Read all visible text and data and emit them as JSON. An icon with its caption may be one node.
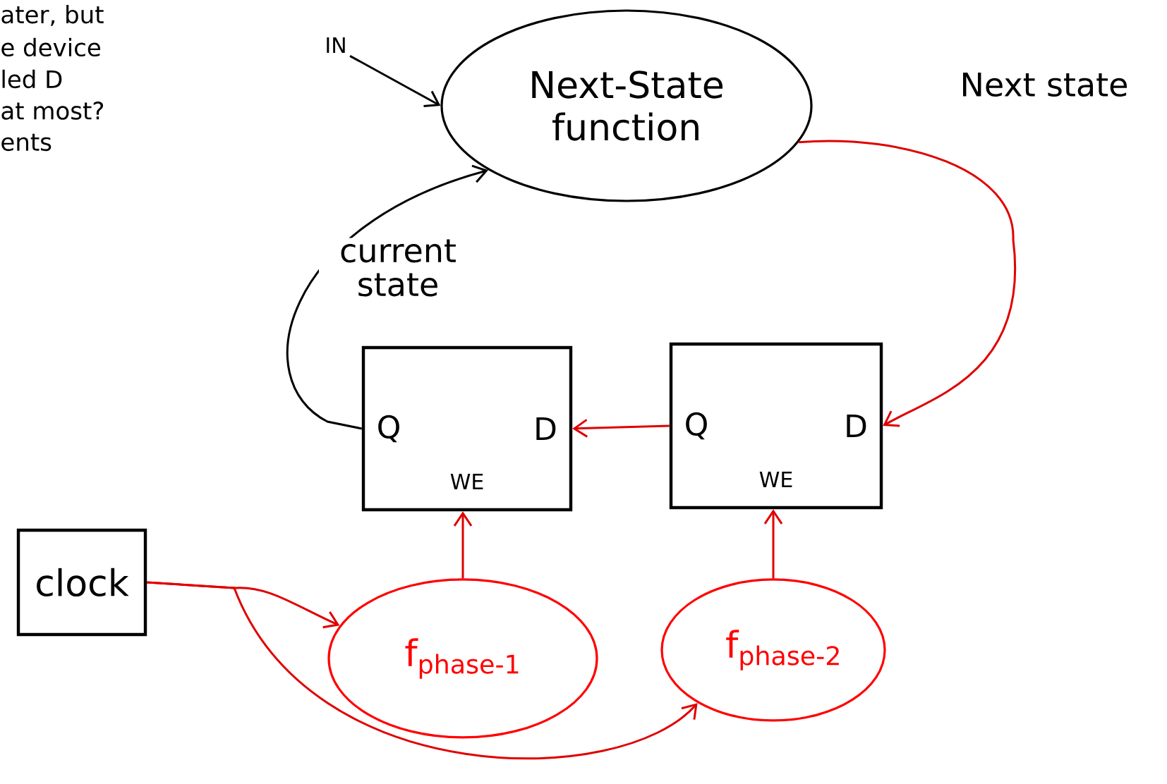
{
  "diagram": {
    "nodes": [
      {
        "text": [
          "Next-State function"
        ]
      },
      {
        "text": [
          "Q",
          "D",
          "WE"
        ]
      },
      {
        "text": [
          "Q",
          "D",
          "WE"
        ]
      },
      {
        "text": [
          "clock"
        ]
      },
      {
        "text": [
          "f$_{phase-1}$"
        ]
      },
      {
        "text": [
          "f$_{phase-2}$"
        ]
      },
      {
        "text": [
          "IN"
        ]
      }
    ],
    "edges": [
      {
        "from": 6,
        "to": 0,
        "arrow": "to",
        "color": "#000000"
      },
      {
        "from": 1,
        "to": 0,
        "arrow": "to",
        "label": "current state",
        "color": "#000000"
      },
      {
        "from": 0,
        "to": 2,
        "arrow": "to",
        "label": "Next state"
      },
      {
        "from": 2,
        "to": 1,
        "arrow": "to"
      },
      {
        "from": 3,
        "to": 4,
        "arrow": "to"
      },
      {
        "from": 3,
        "to": 5,
        "arrow": "to"
      },
      {
        "from": 4,
        "to": 1,
        "arrow": "to"
      },
      {
        "from": 5,
        "to": 2,
        "arrow": "to"
      }
    ],
    "labels": [
      "ater, but",
      "e device",
      "led D",
      "at most?",
      "ents"
    ]
  }
}
